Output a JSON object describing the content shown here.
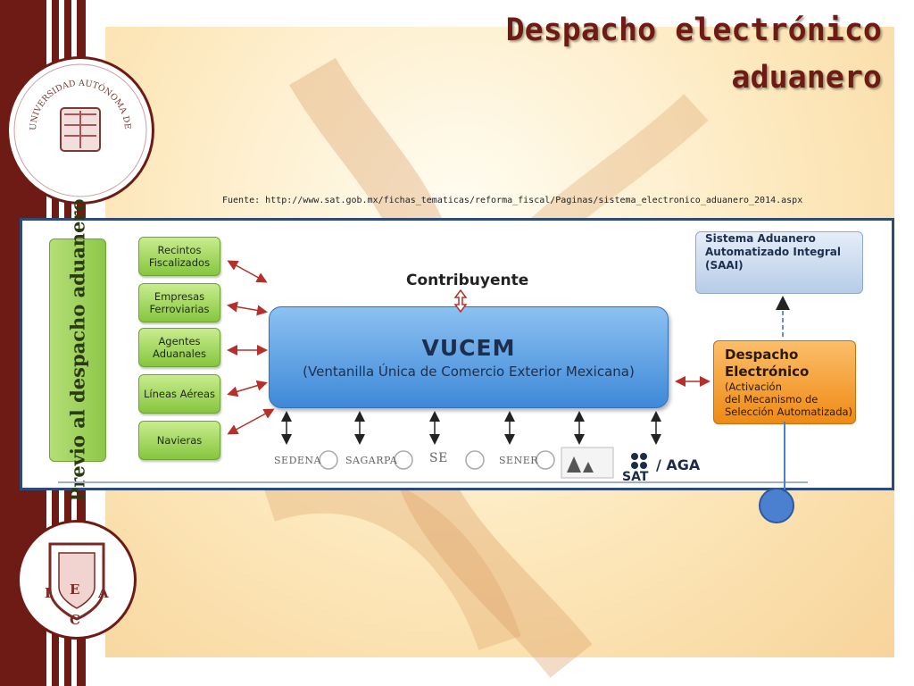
{
  "slide": {
    "title_line1": "Despacho electrónico",
    "title_line2": "aduanero",
    "source": "Fuente: http://www.sat.gob.mx/fichas_tematicas/reforma_fiscal/Paginas/sistema_electronico_aduanero_2014.aspx",
    "seal_top_text": "UNIVERSIDAD AUTÓNOMA DEL ESTADO DE HIDALGO",
    "seal_bottom_letters": [
      "I",
      "C",
      "E",
      "A"
    ]
  },
  "diagram": {
    "previo": "Previo al despacho aduanero",
    "left_boxes": [
      {
        "line1": "Recintos",
        "line2": "Fiscalizados"
      },
      {
        "line1": "Empresas",
        "line2": "Ferroviarias"
      },
      {
        "line1": "Agentes",
        "line2": "Aduanales"
      },
      {
        "line1": "Líneas Aéreas",
        "line2": ""
      },
      {
        "line1": "Navieras",
        "line2": ""
      }
    ],
    "contribuyente": "Contribuyente",
    "vucem_title": "VUCEM",
    "vucem_subtitle": "(Ventanilla Única de Comercio Exterior Mexicana)",
    "saai_line1": "Sistema Aduanero",
    "saai_line2": "Automatizado Integral",
    "saai_line3": "(SAAI)",
    "despacho_line1": "Despacho",
    "despacho_line2": "Electrónico",
    "despacho_line3": "(Activación",
    "despacho_line4": "del Mecanismo de",
    "despacho_line5": "Selección Automatizada)",
    "agencies": [
      "SEDENA",
      "SAGARPA",
      "SE",
      "SENER"
    ],
    "sat_label": "SAT",
    "aga_label": "/ AGA"
  },
  "colors": {
    "maroon": "#6e1b15",
    "green_box": "#86c63f",
    "blue_box": "#3e89d8",
    "orange_box": "#f08a14",
    "frame": "#2d4a78"
  }
}
